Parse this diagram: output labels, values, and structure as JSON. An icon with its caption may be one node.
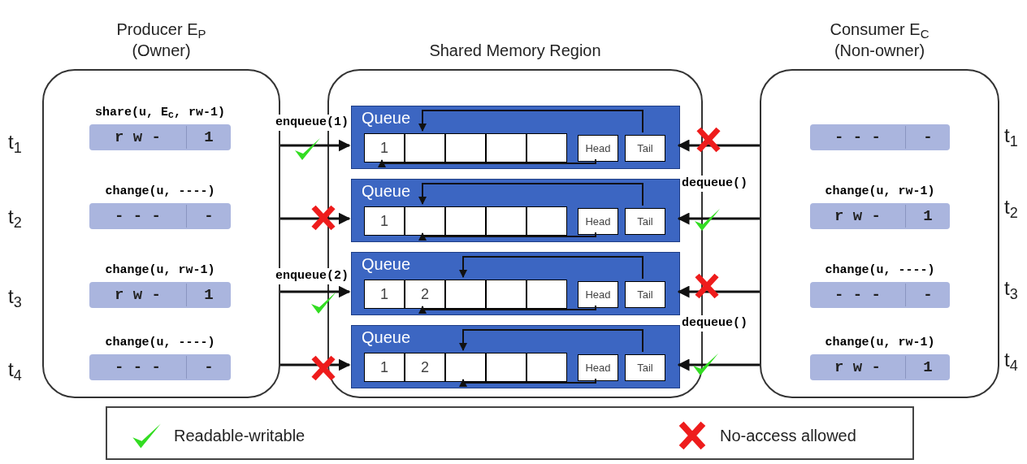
{
  "diagram": {
    "nodes": [
      {
        "text": [
          "Producer E$_{P}$ (Owner)"
        ]
      },
      {
        "text": [
          "Shared Memory Region"
        ]
      },
      {
        "text": [
          "Consumer E$_{C}$ (Non-owner)"
        ]
      },
      {
        "text": [
          "r w -",
          "1"
        ],
        "in": 0,
        "beside": [
          "share(u, E$_{C}$, rw-1)"
        ]
      },
      {
        "text": [
          "- - -",
          "-"
        ],
        "in": 0,
        "beside": [
          "change(u, ----)"
        ]
      },
      {
        "text": [
          "r w -",
          "1"
        ],
        "in": 0,
        "beside": [
          "change(u, rw-1)"
        ]
      },
      {
        "text": [
          "- - -",
          "-"
        ],
        "in": 0,
        "beside": [
          "change(u, ----)"
        ]
      },
      {
        "text": [
          "Queue"
        ],
        "in": 1
      },
      {
        "text": [
          "1"
        ],
        "in": 7
      },
      {
        "text": [],
        "shape": "box",
        "in": 7
      },
      {
        "text": [],
        "shape": "box",
        "in": 7
      },
      {
        "text": [],
        "shape": "box",
        "in": 7
      },
      {
        "text": [],
        "shape": "box",
        "in": 7
      },
      {
        "text": [
          "Head"
        ],
        "in": 7
      },
      {
        "text": [
          "Tail"
        ],
        "in": 7
      },
      {
        "text": [
          "Queue"
        ],
        "in": 1
      },
      {
        "text": [
          "1"
        ],
        "in": 15
      },
      {
        "text": [],
        "shape": "box",
        "in": 15
      },
      {
        "text": [],
        "shape": "box",
        "in": 15
      },
      {
        "text": [],
        "shape": "box",
        "in": 15
      },
      {
        "text": [],
        "shape": "box",
        "in": 15
      },
      {
        "text": [
          "Head"
        ],
        "in": 15
      },
      {
        "text": [
          "Tail"
        ],
        "in": 15
      },
      {
        "text": [
          "Queue"
        ],
        "in": 1
      },
      {
        "text": [
          "1"
        ],
        "in": 23
      },
      {
        "text": [
          "2"
        ],
        "in": 23
      },
      {
        "text": [],
        "shape": "box",
        "in": 23
      },
      {
        "text": [],
        "shape": "box",
        "in": 23
      },
      {
        "text": [],
        "shape": "box",
        "in": 23
      },
      {
        "text": [
          "Head"
        ],
        "in": 23
      },
      {
        "text": [
          "Tail"
        ],
        "in": 23
      },
      {
        "text": [
          "Queue"
        ],
        "in": 1
      },
      {
        "text": [
          "1"
        ],
        "in": 31
      },
      {
        "text": [
          "2"
        ],
        "in": 31
      },
      {
        "text": [],
        "shape": "box",
        "in": 31
      },
      {
        "text": [],
        "shape": "box",
        "in": 31
      },
      {
        "text": [],
        "shape": "box",
        "in": 31
      },
      {
        "text": [
          "Head"
        ],
        "in": 31
      },
      {
        "text": [
          "Tail"
        ],
        "in": 31
      },
      {
        "text": [
          "- - -",
          "-"
        ],
        "in": 2
      },
      {
        "text": [
          "r w -",
          "1"
        ],
        "in": 2,
        "beside": [
          "change(u, rw-1)"
        ]
      },
      {
        "text": [
          "- - -",
          "-"
        ],
        "in": 2,
        "beside": [
          "change(u, ----)"
        ]
      },
      {
        "text": [
          "r w -",
          "1"
        ],
        "in": 2,
        "beside": [
          "change(u, rw-1)"
        ]
      }
    ],
    "edges": [
      {
        "from": 0,
        "to": 7,
        "arrow": "to",
        "label": "enqueue(1)"
      },
      {
        "from": 0,
        "to": 15,
        "arrow": "to"
      },
      {
        "from": 0,
        "to": 23,
        "arrow": "to",
        "label": "enqueue(2)"
      },
      {
        "from": 0,
        "to": 31,
        "arrow": "to"
      },
      {
        "from": 2,
        "to": 7,
        "arrow": "to"
      },
      {
        "from": 2,
        "to": 15,
        "arrow": "to",
        "label": "dequeue()"
      },
      {
        "from": 2,
        "to": 23,
        "arrow": "to"
      },
      {
        "from": 2,
        "to": 31,
        "arrow": "to",
        "label": "dequeue()"
      },
      {
        "from": 14,
        "to": 9,
        "arrow": "to"
      },
      {
        "from": 13,
        "to": 8,
        "arrow": "to"
      },
      {
        "from": 22,
        "to": 17,
        "arrow": "to"
      },
      {
        "from": 21,
        "to": 17,
        "arrow": "to"
      },
      {
        "from": 30,
        "to": 26,
        "arrow": "to"
      },
      {
        "from": 29,
        "to": 25,
        "arrow": "to"
      },
      {
        "from": 38,
        "to": 34,
        "arrow": "to"
      },
      {
        "from": 37,
        "to": 34,
        "arrow": "to"
      }
    ],
    "labels": [
      "t$_{1}$",
      "t$_{1}$",
      "t$_{2}$",
      "t$_{2}$",
      "t$_{3}$",
      "t$_{3}$",
      "t$_{4}$",
      "t$_{4}$"
    ],
    "legend": [
      {
        "text": "Readable-writable"
      },
      {
        "text": "No-access allowed"
      }
    ]
  }
}
